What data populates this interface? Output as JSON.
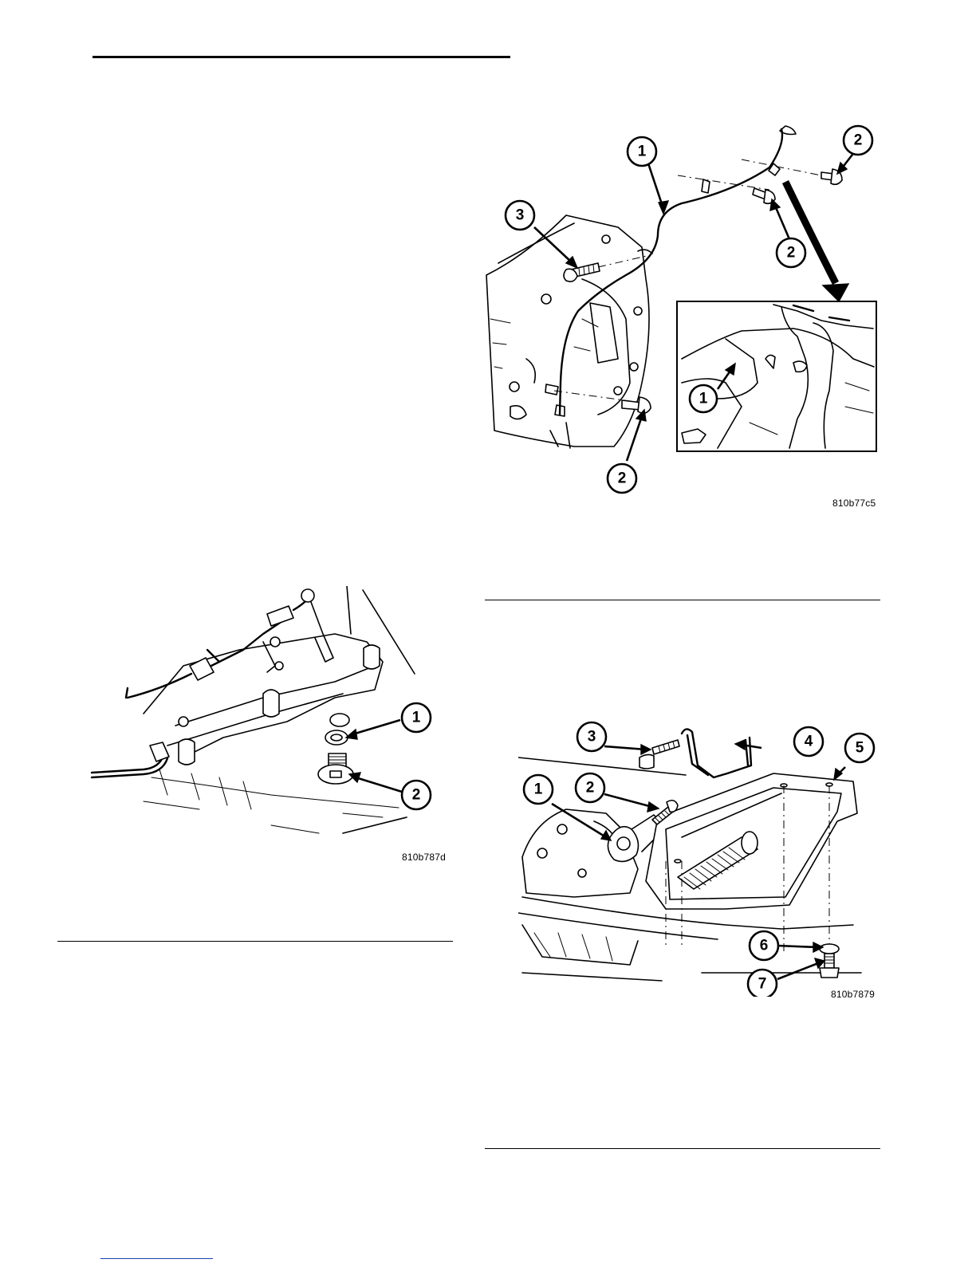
{
  "figures": {
    "fig_oil_cooler_lines": {
      "code": "810b77c5",
      "callouts": [
        "1",
        "2",
        "2",
        "3",
        "2",
        "1"
      ]
    },
    "fig_drain_plug": {
      "code": "810b787d",
      "callouts": [
        "1",
        "2"
      ]
    },
    "fig_oil_pan": {
      "code": "810b7879",
      "callouts": [
        "1",
        "2",
        "3",
        "4",
        "5",
        "6",
        "7"
      ]
    }
  },
  "colors": {
    "ink": "#000000",
    "paper": "#ffffff",
    "link": "#1a3fb0"
  }
}
